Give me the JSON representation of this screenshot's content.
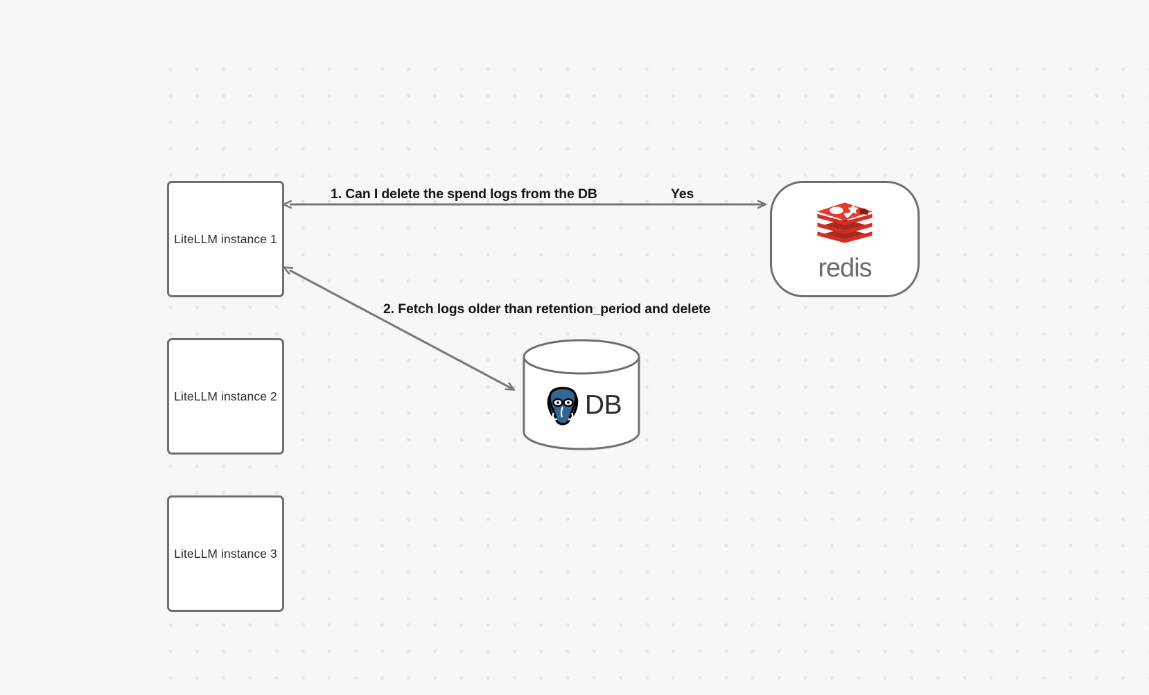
{
  "canvas": {
    "background_color": "#f7f7f7",
    "grid_dot_color": "#e6e7e8",
    "node_border_color": "#6f6f6f",
    "edge_color": "#777777",
    "accent_redis": "#d82c20",
    "accent_postgres": "#336791"
  },
  "nodes": [
    {
      "id": "litellm-1",
      "label": "LiteLLM instance 1",
      "shape": "rounded-rect"
    },
    {
      "id": "litellm-2",
      "label": "LiteLLM instance 2",
      "shape": "rounded-rect"
    },
    {
      "id": "litellm-3",
      "label": "LiteLLM instance 3",
      "shape": "rounded-rect"
    },
    {
      "id": "redis",
      "label": "redis",
      "shape": "stadium",
      "icon": "redis-logo-icon"
    },
    {
      "id": "db",
      "label": "DB",
      "shape": "cylinder",
      "icon": "postgresql-elephant-icon"
    }
  ],
  "edges": [
    {
      "id": "edge-1",
      "from": "litellm-1",
      "to": "redis",
      "label": "1.  Can I delete the spend logs from the DB",
      "secondary_label": "Yes",
      "direction": "bidirectional"
    },
    {
      "id": "edge-2",
      "from": "litellm-1",
      "to": "db",
      "label": "2.  Fetch logs older than retention_period and delete",
      "direction": "bidirectional"
    }
  ],
  "labels": {
    "litellm_1": "LiteLLM instance 1",
    "litellm_2": "LiteLLM instance 2",
    "litellm_3": "LiteLLM instance 3",
    "redis_wordmark": "redis",
    "db_text": "DB",
    "edge_1_text": "1.  Can I delete the spend logs from the DB",
    "edge_1_yes": "Yes",
    "edge_2_text": "2.  Fetch logs older than retention_period and delete"
  }
}
